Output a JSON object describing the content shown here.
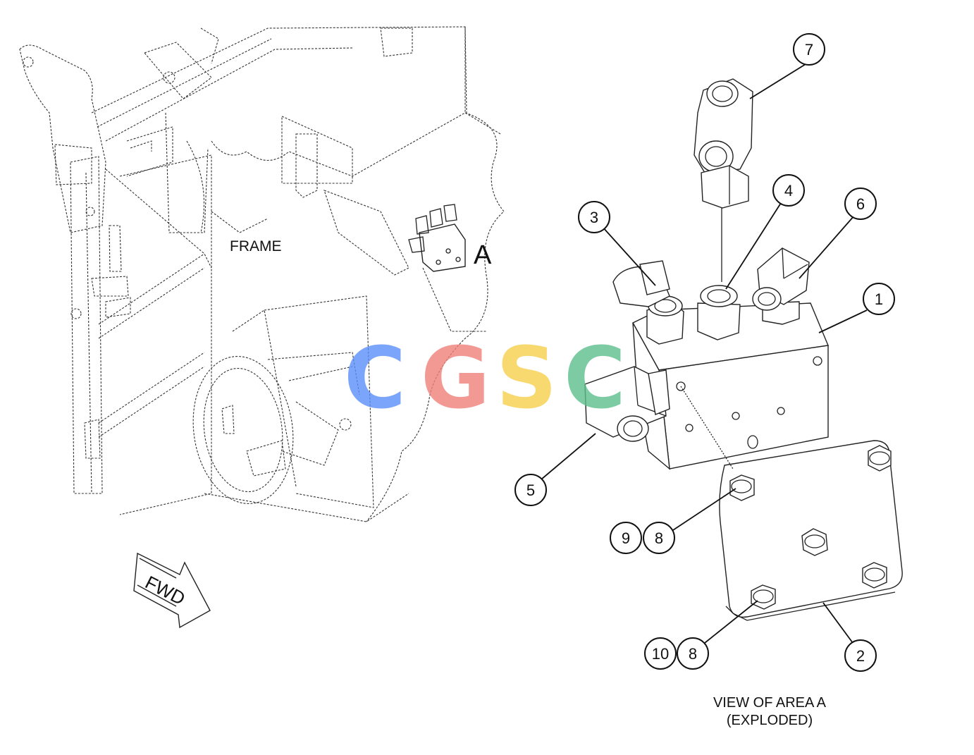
{
  "frame_label": "FRAME",
  "area_label": "A",
  "fwd_label": "FWD",
  "view_caption": [
    "VIEW OF AREA A",
    "(EXPLODED)"
  ],
  "watermark": {
    "letters": [
      "C",
      "G",
      "S",
      "C"
    ],
    "colors": [
      "#5b8ff9",
      "#f0807a",
      "#f7d04d",
      "#5cbf8c"
    ]
  },
  "callouts": {
    "c1": "1",
    "c2": "2",
    "c3": "3",
    "c4": "4",
    "c5": "5",
    "c6": "6",
    "c7": "7",
    "c9": "9",
    "c8a": "8",
    "c10": "10",
    "c8b": "8"
  }
}
